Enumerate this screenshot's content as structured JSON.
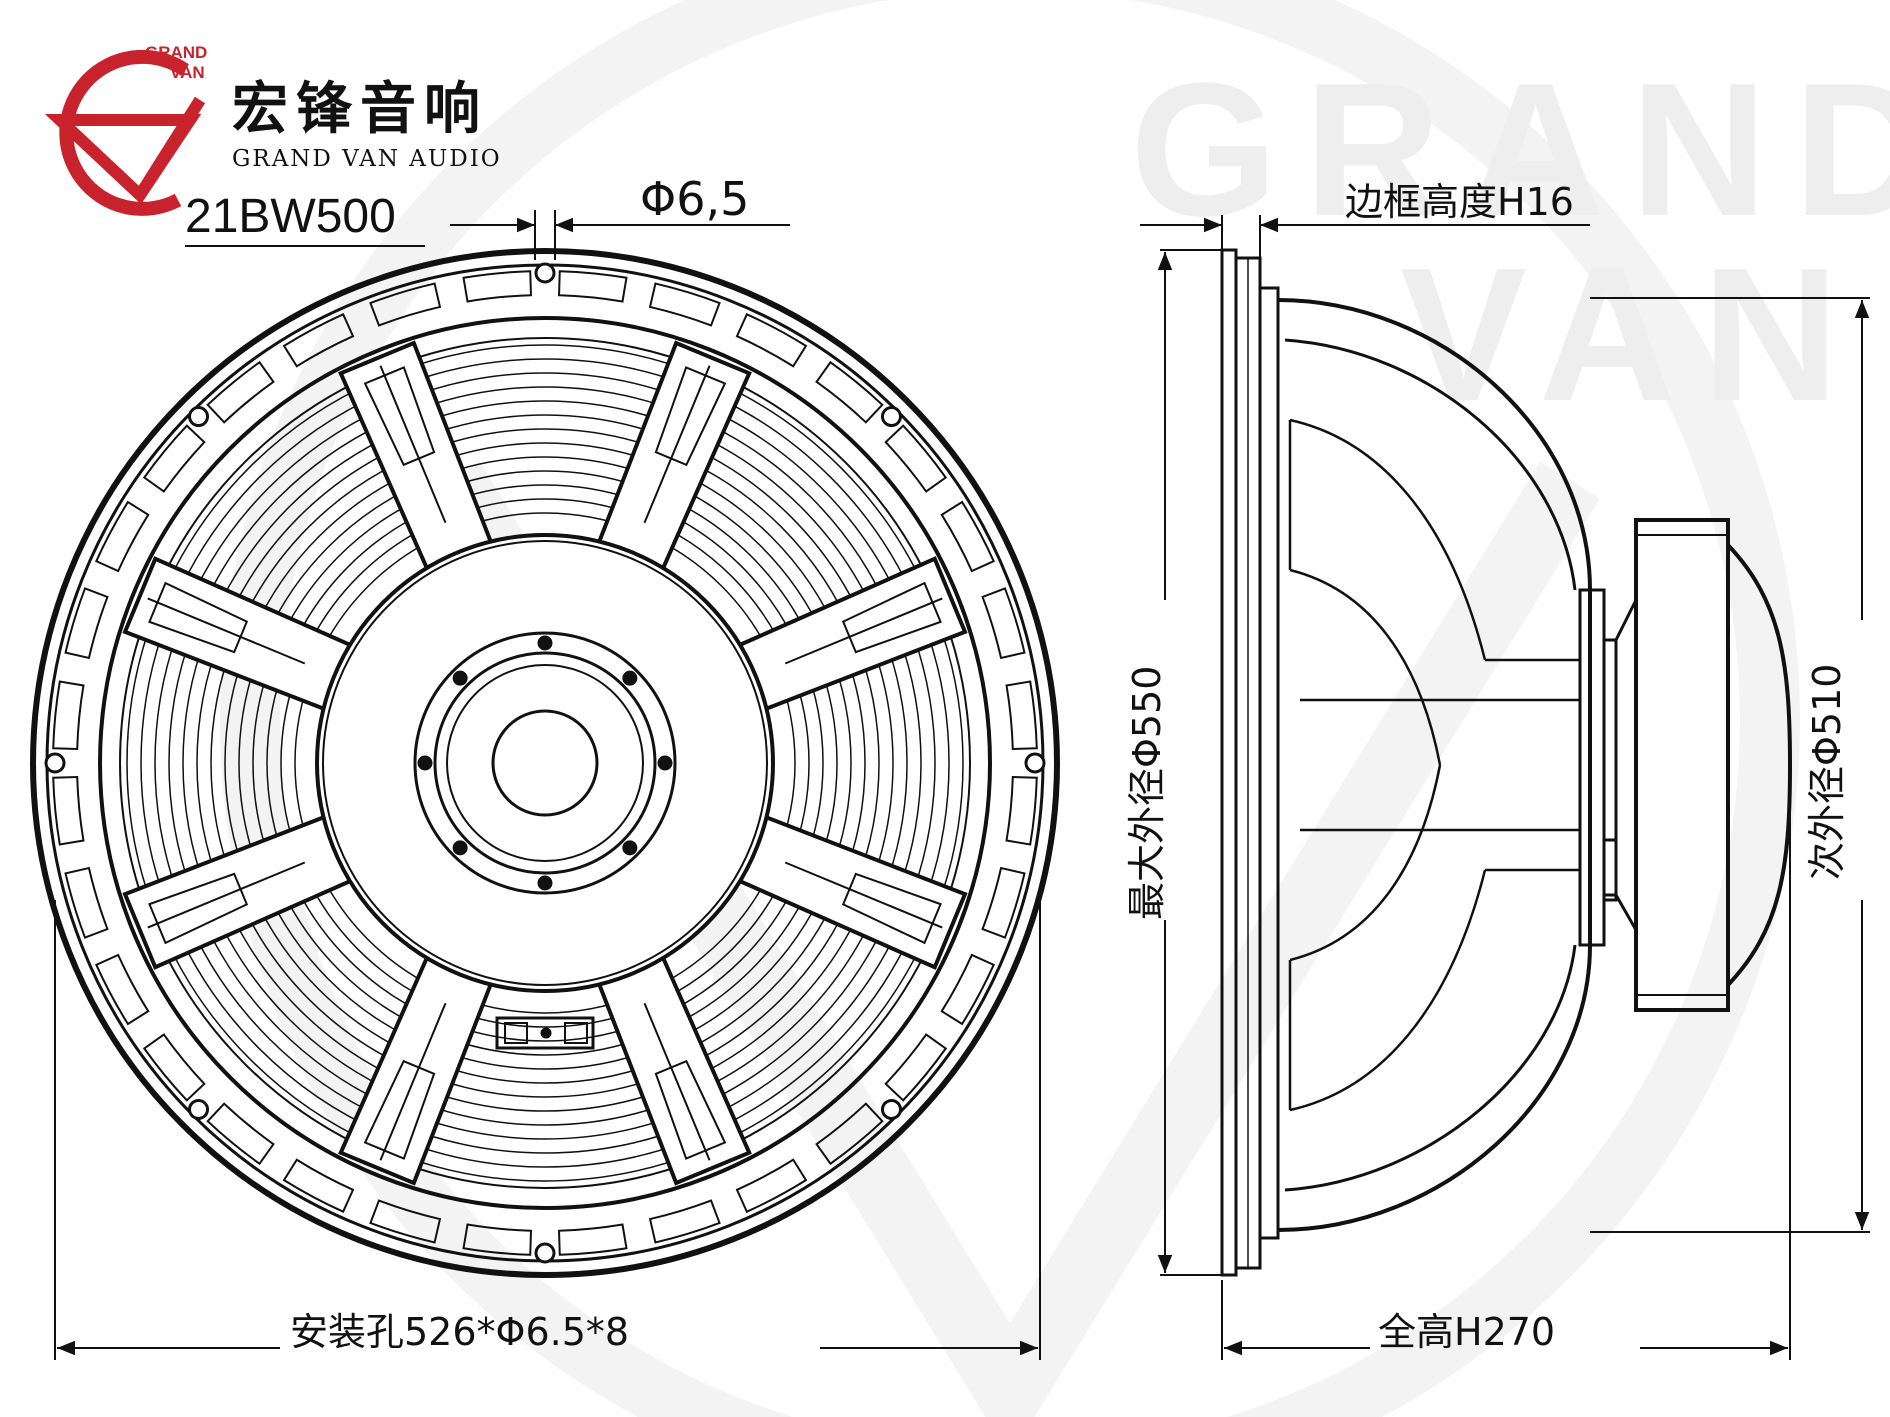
{
  "brand": {
    "logo_text_gv": "GRAND VAN",
    "logo_word1": "GRAND",
    "logo_word2": "VAN",
    "name_cn": "宏锋音响",
    "name_en": "GRAND VAN AUDIO",
    "watermark_word1": "GRAND",
    "watermark_word2": "VAN",
    "accent_color": "#c8232c"
  },
  "model": "21BW500",
  "dimensions": {
    "hole_dia": "Φ6,5",
    "frame_height": "边框高度H16",
    "max_outer_dia": "最大外径Φ550",
    "secondary_outer_dia": "次外径Φ510",
    "mounting": "安装孔526*Φ6.5*8",
    "total_height": "全高H270"
  }
}
